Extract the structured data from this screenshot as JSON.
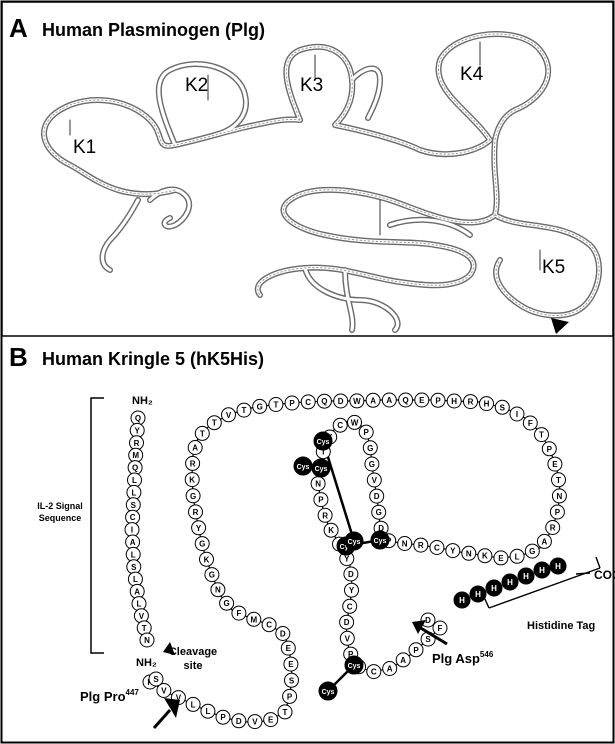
{
  "panelA": {
    "letter": "A",
    "title": "Human Plasminogen (Plg)",
    "kringles": [
      "K1",
      "K2",
      "K3",
      "K4",
      "K5"
    ]
  },
  "panelB": {
    "letter": "B",
    "title": "Human Kringle 5 (hK5His)",
    "nterm": "NH₂",
    "nterm2": "NH₂",
    "signal_label": [
      "IL-2 Signal",
      "Sequence"
    ],
    "cleavage_label": [
      "Cleavage",
      "site"
    ],
    "cooh": "COOH",
    "his_tag": "Histidine Tag",
    "pro_label": "Plg Pro",
    "pro_sup": "447",
    "asp_label": "Plg Asp",
    "asp_sup": "546",
    "residue_S": "S",
    "residue_D": "D",
    "cys": "Cys",
    "his": "H",
    "signal_seq": "QYRMQLLSCIALSLALVTN",
    "k5_seq": "PVVLLPDVETPSEEDCMFGNGKGYRGKRATTVTGTPCQDWAAQEPHRHSIFTPETNPRAGLEKNYCRNPDGDVGGPWCYTTNPRKLYDYCDVPQCAAPSF"
  }
}
